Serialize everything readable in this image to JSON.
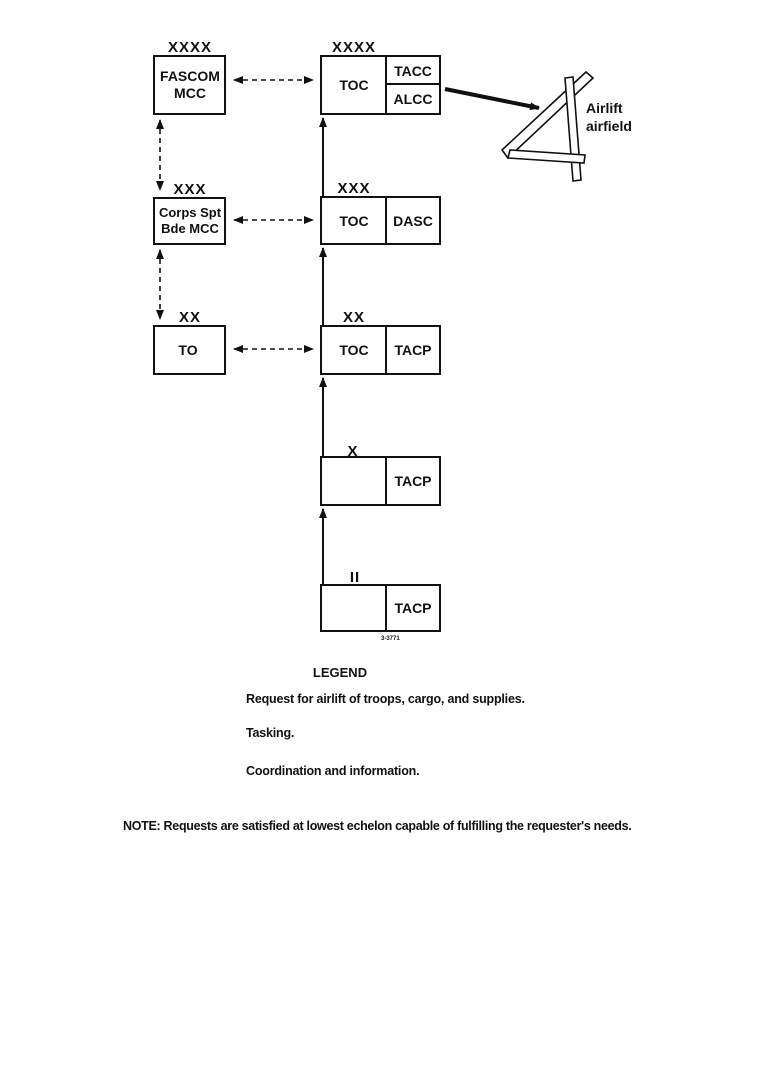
{
  "nodes": {
    "fascom": {
      "echelon": "XXXX",
      "line1": "FASCOM",
      "line2": "MCC"
    },
    "corps_spt": {
      "echelon": "XXX",
      "line1": "Corps Spt",
      "line2": "Bde MCC"
    },
    "to": {
      "echelon": "XX",
      "label": "TO"
    },
    "army_toc": {
      "echelon": "XXXX",
      "left": "TOC",
      "right_top": "TACC",
      "right_bottom": "ALCC"
    },
    "corps_toc": {
      "echelon": "XXX",
      "left": "TOC",
      "right": "DASC"
    },
    "div_toc": {
      "echelon": "XX",
      "left": "TOC",
      "right": "TACP"
    },
    "brigade": {
      "echelon": "X",
      "left": "",
      "right": "TACP"
    },
    "battalion": {
      "echelon": "II",
      "left": "",
      "right": "TACP"
    }
  },
  "airfield": {
    "line1": "Airlift",
    "line2": "airfield"
  },
  "figure_ref": "3-3771",
  "legend": {
    "title": "LEGEND",
    "items": [
      {
        "style": "thin",
        "text": "Request for airlift of troops, cargo, and supplies."
      },
      {
        "style": "thick",
        "text": "Tasking."
      },
      {
        "style": "dashed-double",
        "text": "Coordination and information."
      }
    ]
  },
  "note": "NOTE: Requests are satisfied at lowest echelon capable of fulfilling the requester's needs.",
  "colors": {
    "ink": "#111111",
    "paper": "#ffffff"
  }
}
